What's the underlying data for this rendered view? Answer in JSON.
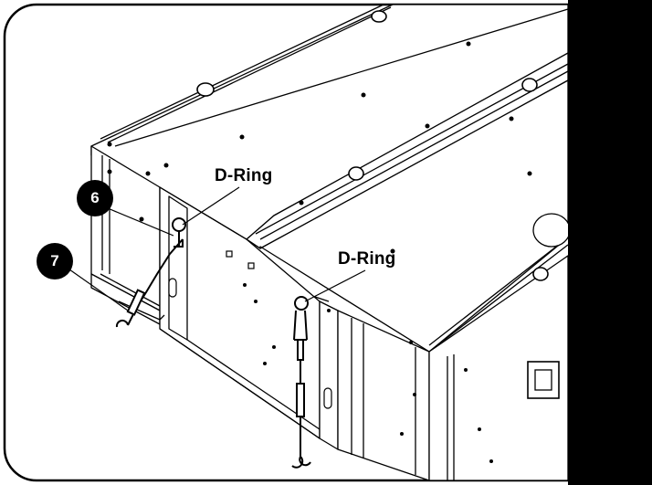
{
  "labels": {
    "d_ring_upper": "D-Ring",
    "d_ring_lower": "D-Ring"
  },
  "badges": {
    "six": "6",
    "seven": "7"
  },
  "colors": {
    "ink": "#000000",
    "paper": "#ffffff",
    "panel_fill": "#f7f7f7"
  }
}
